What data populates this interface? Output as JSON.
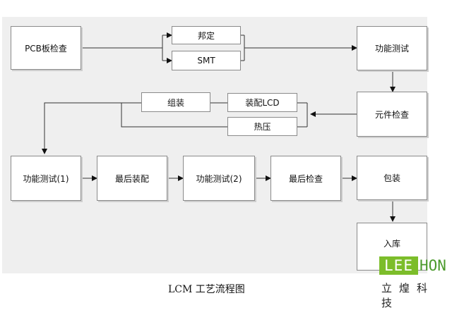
{
  "nodes": {
    "pcb_check": "PCB板检查",
    "bonding": "邦定",
    "smt": "SMT",
    "function_test": "功能测试",
    "component_check": "元件检查",
    "assemble_lcd": "装配LCD",
    "hot_press": "热压",
    "assembly": "组装",
    "function_test_1": "功能测试(1)",
    "final_assembly": "最后装配",
    "function_test_2": "功能测试(2)",
    "final_check": "最后检查",
    "packaging": "包装",
    "warehouse": "入库"
  },
  "caption": "LCM 工艺流程图",
  "logo": {
    "latin_left": "LEE",
    "latin_right": "HON",
    "chinese": "立煌科技"
  },
  "colors": {
    "panel": "#efefef",
    "logo_green": "#7cbd2a"
  }
}
